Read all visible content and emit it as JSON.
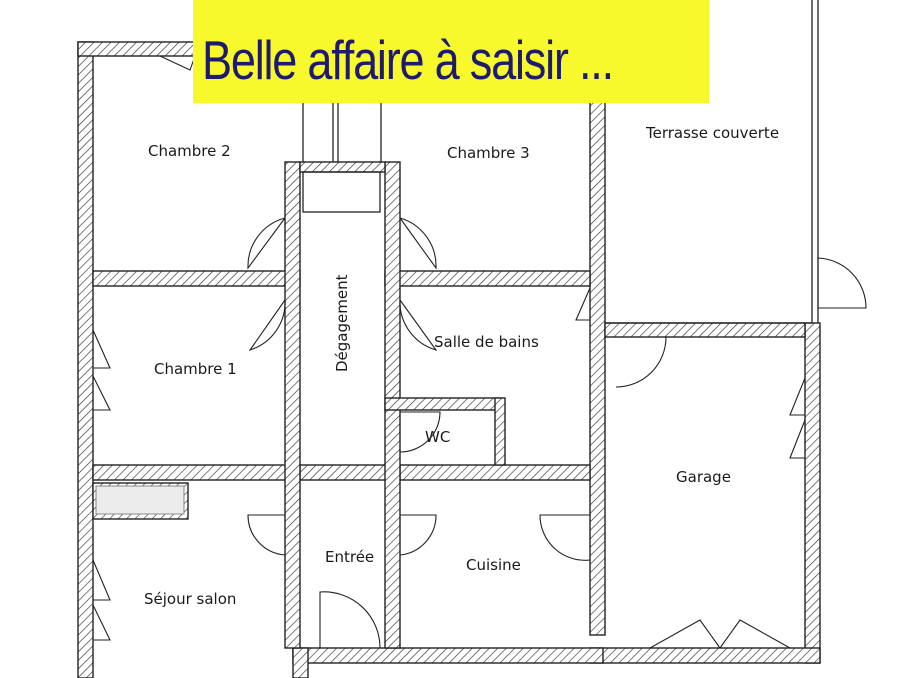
{
  "banner": {
    "text": "Belle affaire à saisir ...",
    "background": "#f7f92d",
    "text_color": "#1e1b6e"
  },
  "rooms": {
    "chambre2": "Chambre 2",
    "chambre3": "Chambre 3",
    "terrasse": "Terrasse couverte",
    "chambre1": "Chambre 1",
    "degagement": "Dégagement",
    "salle_de_bains": "Salle de bains",
    "wc": "WC",
    "garage": "Garage",
    "entree": "Entrée",
    "cuisine": "Cuisine",
    "sejour": "Séjour salon"
  }
}
